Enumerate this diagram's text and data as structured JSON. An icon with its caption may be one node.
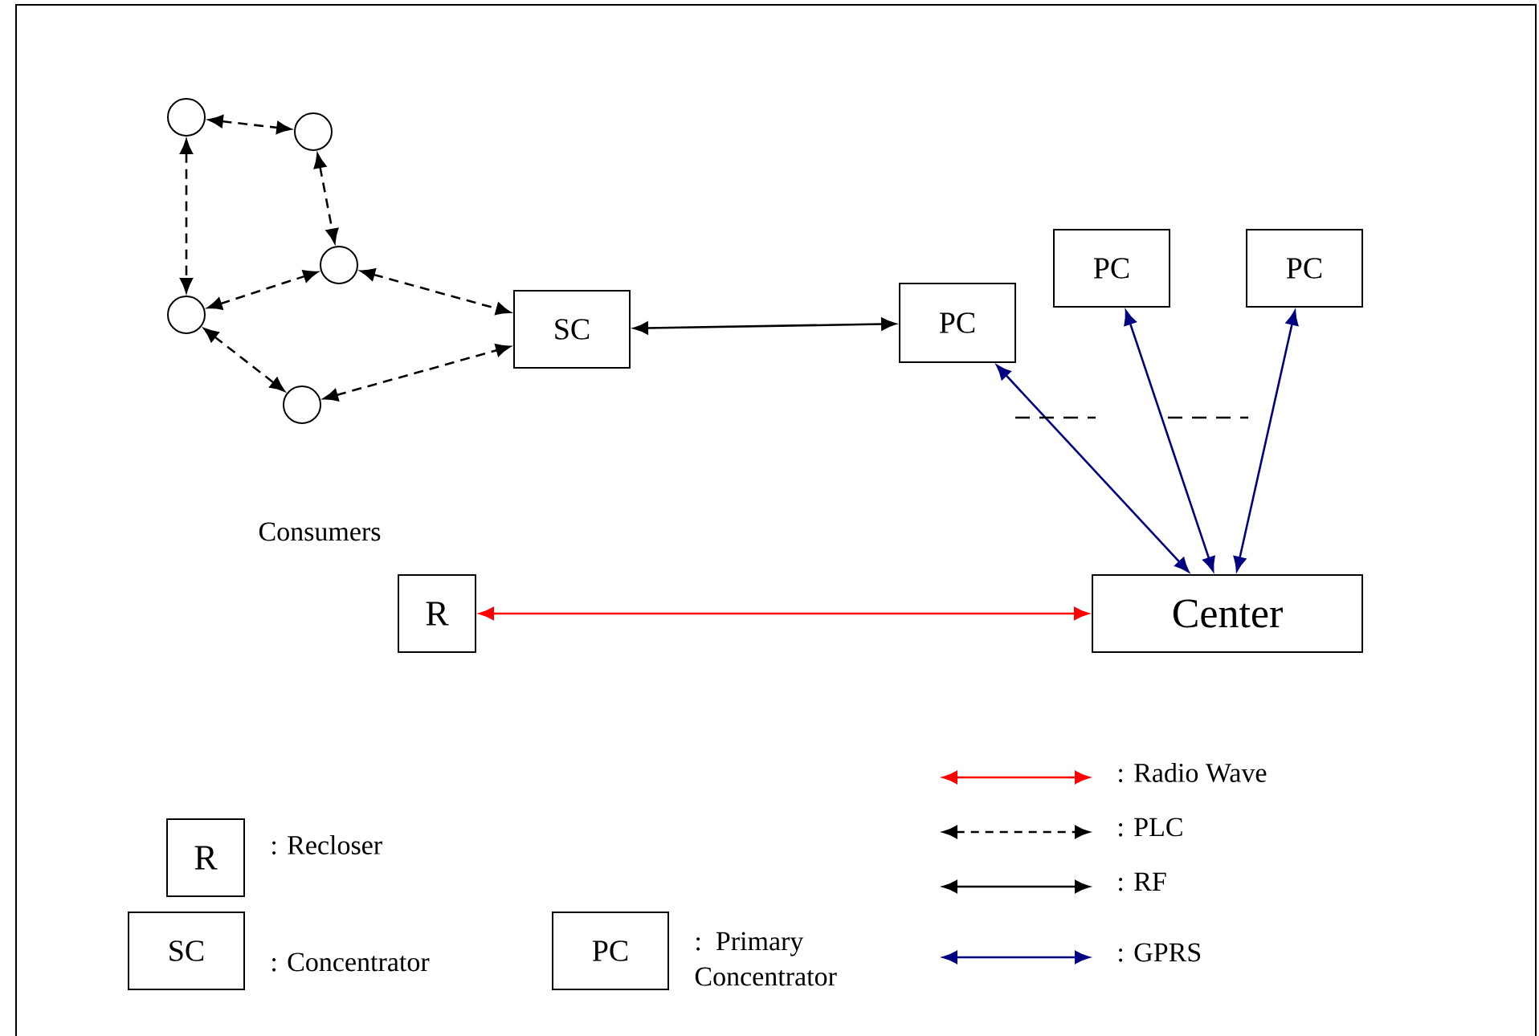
{
  "diagram": {
    "nodes": [
      {
        "text": [],
        "shape": "circle"
      },
      {
        "text": [],
        "shape": "circle"
      },
      {
        "text": [],
        "shape": "circle"
      },
      {
        "text": [],
        "shape": "circle"
      },
      {
        "text": [],
        "shape": "circle"
      },
      {
        "text": [
          "SC"
        ]
      },
      {
        "text": [
          "PC"
        ]
      },
      {
        "text": [
          "PC"
        ]
      },
      {
        "text": [
          "PC"
        ]
      },
      {
        "text": [
          "R"
        ]
      },
      {
        "text": [
          "Center"
        ]
      },
      {
        "text": [
          "R"
        ],
        "beside": [
          ": Recloser"
        ]
      },
      {
        "text": [
          "SC"
        ],
        "beside": [
          ": Concentrator"
        ]
      },
      {
        "text": [
          "PC"
        ],
        "beside": [
          ": Primary Concentrator"
        ]
      }
    ],
    "edges": [
      {
        "from": 0,
        "to": 1,
        "arrow": "both",
        "style": "dashed"
      },
      {
        "from": 0,
        "to": 3,
        "arrow": "both",
        "style": "dashed"
      },
      {
        "from": 1,
        "to": 2,
        "arrow": "both",
        "style": "dashed"
      },
      {
        "from": 3,
        "to": 2,
        "arrow": "both",
        "style": "dashed"
      },
      {
        "from": 2,
        "to": 5,
        "arrow": "both",
        "style": "dashed"
      },
      {
        "from": 3,
        "to": 4,
        "arrow": "both",
        "style": "dashed"
      },
      {
        "from": 4,
        "to": 5,
        "arrow": "both",
        "style": "dashed"
      },
      {
        "from": 5,
        "to": 6,
        "arrow": "both"
      },
      {
        "from": 6,
        "to": 10,
        "arrow": "both",
        "color": "#000080"
      },
      {
        "from": 7,
        "to": 10,
        "arrow": "both",
        "color": "#000080"
      },
      {
        "from": 8,
        "to": 10,
        "arrow": "both",
        "color": "#000080"
      },
      {
        "from": 9,
        "to": 10,
        "arrow": "both",
        "color": "#ff0000"
      }
    ],
    "labels": [
      "Consumers"
    ],
    "legend": [
      {
        "text": ": Radio Wave"
      },
      {
        "text": ": PLC"
      },
      {
        "text": ": RF"
      },
      {
        "text": ": GPRS"
      }
    ]
  }
}
